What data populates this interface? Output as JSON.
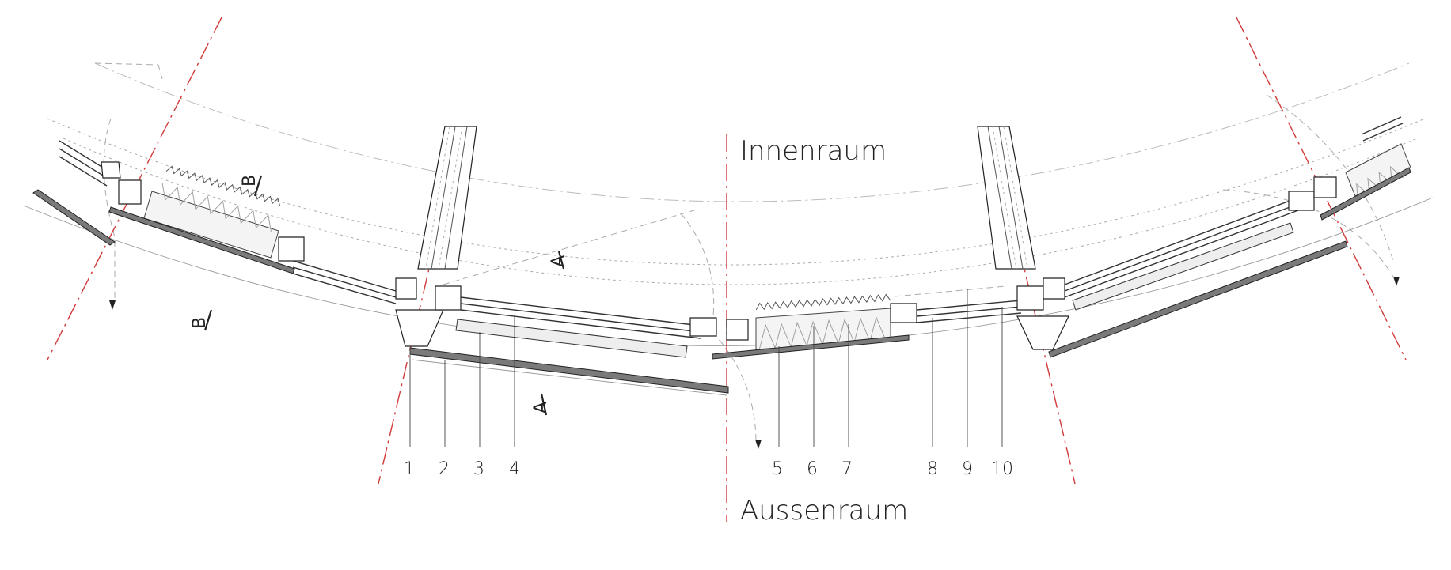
{
  "rooms": {
    "inside": "Innenraum",
    "outside": "Aussenraum"
  },
  "callouts": [
    "1",
    "2",
    "3",
    "4",
    "5",
    "6",
    "7",
    "8",
    "9",
    "10"
  ],
  "sections": {
    "a_top": "A",
    "a_bottom": "A",
    "b_top": "B",
    "b_bottom": "B"
  },
  "colors": {
    "axis": "#d23a3a",
    "line": "#222222",
    "construction": "#aaaaaa"
  }
}
